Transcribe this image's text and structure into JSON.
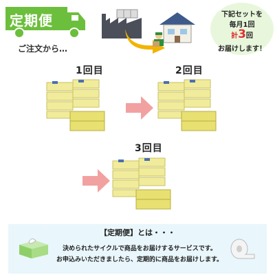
{
  "header": {
    "badge_title": "定期便",
    "order_text": "ご注文から…",
    "accent_color": "#6cbf3c"
  },
  "info": {
    "line1": "下記セットを",
    "line2": "毎月1回",
    "line3_prefix": "計",
    "line3_count": "3",
    "line3_suffix": "回",
    "line4": "お届けします！"
  },
  "deliveries": [
    {
      "label": "1回目"
    },
    {
      "label": "2回目"
    },
    {
      "label": "3回目"
    }
  ],
  "footer": {
    "title": "【定期便】とは・・・",
    "line1": "決められたサイクルで商品をお届けするサービスです。",
    "line2": "お申込みいただきましたら、定期的に商品をお届けします。",
    "panel_color": "#e9f6fc"
  },
  "icons": [
    "truck-icon",
    "factory-icon",
    "house-icon",
    "delivery-person-icon",
    "curved-arrow-icon",
    "arrow-right-icon",
    "tissue-box-icon",
    "toilet-roll-icon"
  ]
}
